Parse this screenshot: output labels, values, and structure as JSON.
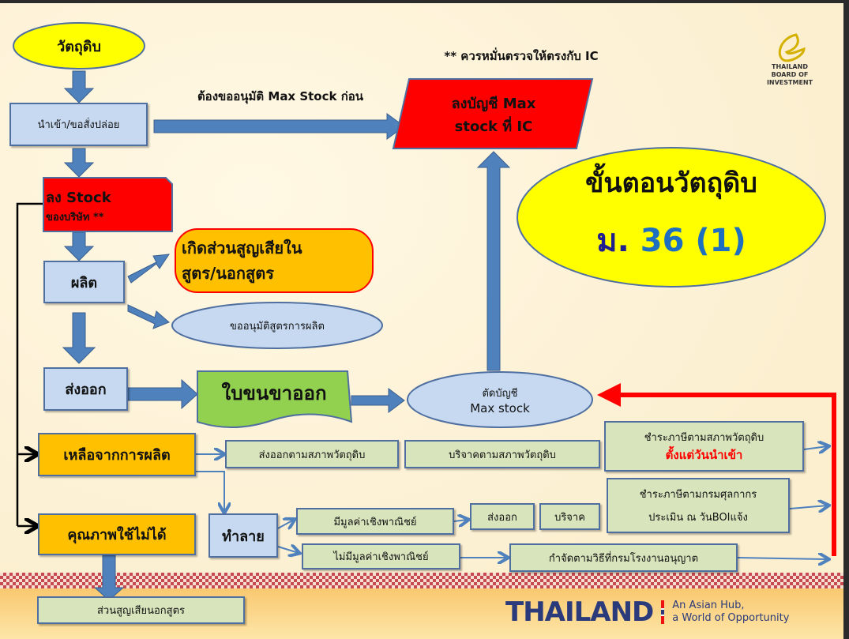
{
  "title": {
    "line1": "ขั้นตอนวัตถุดิบ",
    "prefix": "ม.",
    "section": "36 (1)"
  },
  "logo": {
    "line1": "THAILAND",
    "line2": "BOARD OF",
    "line3": "INVESTMENT"
  },
  "footer": {
    "brand": "THAILAND",
    "tag1": "An Asian Hub,",
    "tag2": "a World of Opportunity"
  },
  "notes": {
    "approve": "ต้องขออนุมัติ Max Stock ก่อน",
    "check": "** ควรหมั่นตรวจให้ตรงกับ IC"
  },
  "nodes": {
    "raw": "วัตถุดิบ",
    "import": "นำเข้า/ขอสั่งปล่อย",
    "ic1": "ลงบัญชี Max",
    "ic2": "stock  ที่ IC",
    "stock1": "ลง Stock",
    "stock2": "ของบริษัท **",
    "produce": "ผลิต",
    "loss1": "เกิดส่วนสูญเสียใน",
    "loss2": "สูตร/นอกสูตร",
    "formula": "ขออนุมัติสูตรการผลิต",
    "export": "ส่งออก",
    "doc": "ใบขนขาออก",
    "cut1": "ตัดบัญชี",
    "cut2": "Max stock",
    "left": "เหลือจากการผลิต",
    "left_export": "ส่งออกตามสภาพวัตถุดิบ",
    "left_donate": "บริจาคตามสภาพวัตถุดิบ",
    "left_tax1": "ชำระภาษีตามสภาพวัตถุดิบ",
    "left_tax2": "ตั้งแต่วันนำเข้า",
    "bad": "คุณภาพใช้ไม่ได้",
    "destroy": "ทำลาย",
    "value": "มีมูลค่าเชิงพาณิชย์",
    "novalue": "ไม่มีมูลค่าเชิงพาณิชย์",
    "v_export": "ส่งออก",
    "v_donate": "บริจาค",
    "v_tax1": "ชำระภาษีตามกรมศุลกากร",
    "v_tax2": "ประเมิน ณ วันBOIแจ้ง",
    "dispose": "กำจัดตามวิธีที่กรมโรงงานอนุญาต",
    "outloss": "ส่วนสูญเสียนอกสูตร"
  },
  "colors": {
    "red": "#ff0000",
    "yellow": "#ffff00",
    "orange": "#ffc000",
    "arrow": "#4f81bd"
  }
}
